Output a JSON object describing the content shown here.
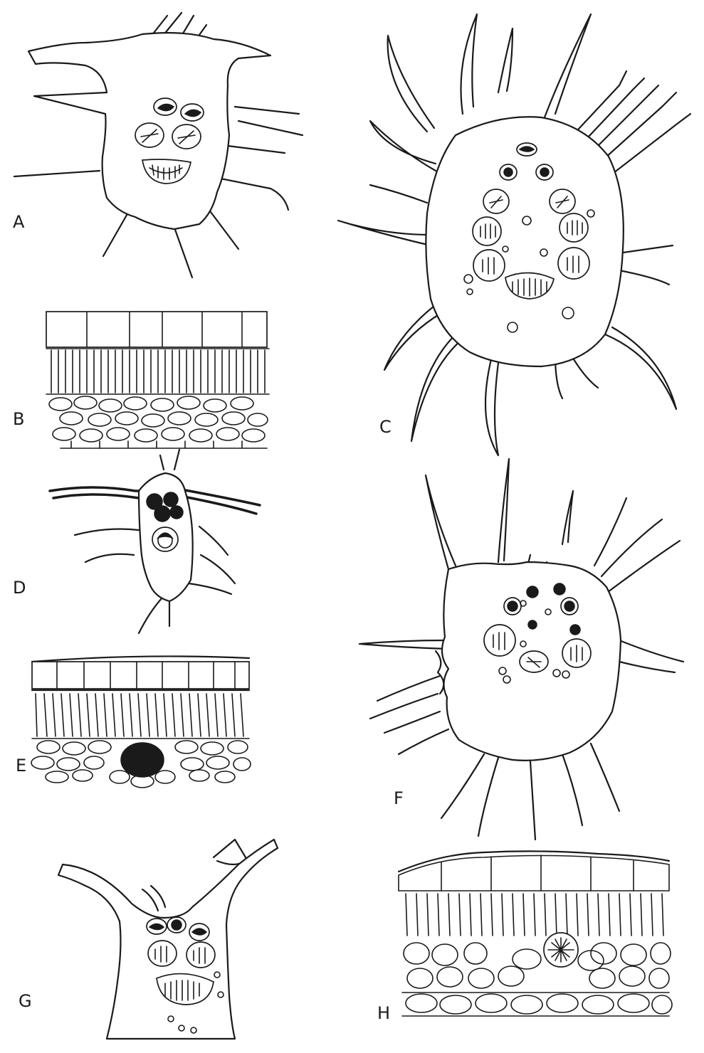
{
  "figure": {
    "ink_color": "#1a1a1a",
    "background": "#ffffff",
    "panels": [
      {
        "id": "A",
        "label": "A",
        "kind": "midrib-cross-section-with-hairs"
      },
      {
        "id": "B",
        "label": "B",
        "kind": "leaf-lamina-cross-section"
      },
      {
        "id": "C",
        "label": "C",
        "kind": "midrib-cross-section-with-hairs"
      },
      {
        "id": "D",
        "label": "D",
        "kind": "midrib-cross-section-with-hairs"
      },
      {
        "id": "E",
        "label": "E",
        "kind": "leaf-lamina-cross-section"
      },
      {
        "id": "F",
        "label": "F",
        "kind": "midrib-cross-section-with-hairs"
      },
      {
        "id": "G",
        "label": "G",
        "kind": "midrib-cross-section"
      },
      {
        "id": "H",
        "label": "H",
        "kind": "leaf-lamina-cross-section"
      }
    ]
  }
}
